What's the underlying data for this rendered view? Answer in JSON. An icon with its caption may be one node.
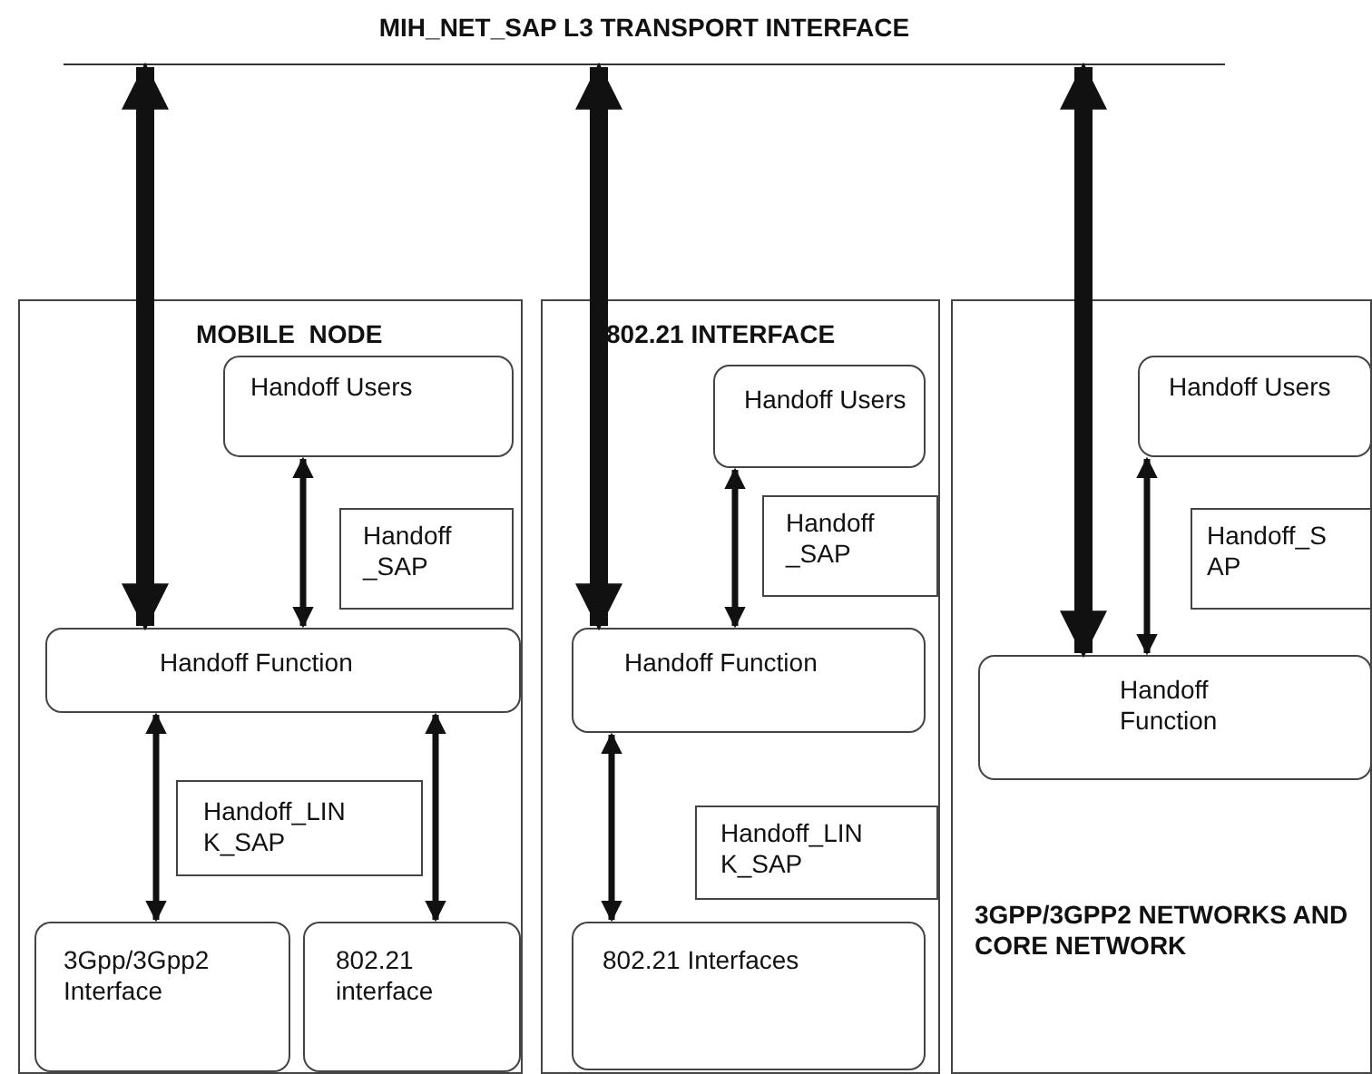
{
  "diagram": {
    "nodes": [
      {
        "text": [
          "MIH_NET_SAP L3 TRANSPORT INTERFACE"
        ]
      },
      {
        "text": [
          "MOBILE  NODE"
        ]
      },
      {
        "text": [
          "Handoff Users"
        ],
        "in": 1
      },
      {
        "text": [
          "Handoff _SAP"
        ],
        "in": 1
      },
      {
        "text": [
          "Handoff Function"
        ],
        "in": 1
      },
      {
        "text": [
          "Handoff_LIN K_SAP"
        ],
        "in": 1
      },
      {
        "text": [
          "3Gpp/3Gpp2 Interface"
        ],
        "in": 1
      },
      {
        "text": [
          "802.21 interface"
        ],
        "in": 1
      },
      {
        "text": [
          "802.21 INTERFACE"
        ]
      },
      {
        "text": [
          "Handoff Users"
        ],
        "in": 8
      },
      {
        "text": [
          "Handoff _SAP"
        ],
        "in": 8
      },
      {
        "text": [
          "Handoff Function"
        ],
        "in": 8
      },
      {
        "text": [
          "Handoff_LIN K_SAP"
        ],
        "in": 8
      },
      {
        "text": [
          "802.21 Interfaces"
        ],
        "in": 8
      },
      {
        "text": [
          "3GPP/3GPP2 NETWORKS AND CORE NETWORK"
        ]
      },
      {
        "text": [
          "Handoff Users"
        ],
        "in": 14
      },
      {
        "text": [
          "Handoff_S AP"
        ],
        "in": 14
      },
      {
        "text": [
          "Handoff Function"
        ],
        "in": 14
      }
    ],
    "edges": [
      {
        "from": 0,
        "to": 4,
        "arrow": "both",
        "style": "thick"
      },
      {
        "from": 0,
        "to": 11,
        "arrow": "both",
        "style": "thick"
      },
      {
        "from": 0,
        "to": 17,
        "arrow": "both",
        "style": "thick"
      },
      {
        "from": 2,
        "to": 4,
        "arrow": "both"
      },
      {
        "from": 4,
        "to": 6,
        "arrow": "both"
      },
      {
        "from": 4,
        "to": 7,
        "arrow": "both"
      },
      {
        "from": 9,
        "to": 11,
        "arrow": "both"
      },
      {
        "from": 11,
        "to": 13,
        "arrow": "both"
      },
      {
        "from": 15,
        "to": 17,
        "arrow": "both"
      }
    ]
  }
}
